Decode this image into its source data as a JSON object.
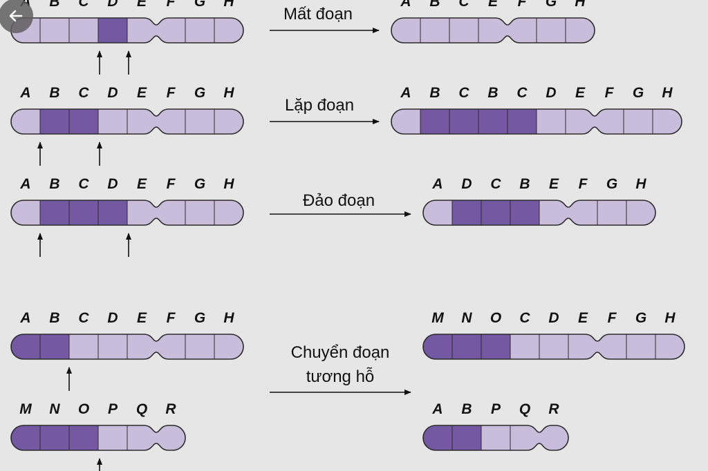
{
  "colors": {
    "light": "#c9bddc",
    "dark": "#7459a2",
    "outline": "#2b2b2b",
    "background": "#e6e6e6"
  },
  "back_icon": "back-arrow-icon",
  "rows": [
    {
      "name": "mat-doan",
      "caption": [
        "Mất đoạn"
      ],
      "left": [
        {
          "labels": [
            "A",
            "B",
            "C",
            "D",
            "E",
            "F",
            "G",
            "H"
          ],
          "dark": [
            "D"
          ]
        }
      ],
      "right": [
        {
          "labels": [
            "A",
            "B",
            "C",
            "E",
            "F",
            "G",
            "H"
          ],
          "dark": []
        }
      ]
    },
    {
      "name": "lap-doan",
      "caption": [
        "Lặp đoạn"
      ],
      "left": [
        {
          "labels": [
            "A",
            "B",
            "C",
            "D",
            "E",
            "F",
            "G",
            "H"
          ],
          "dark": [
            "B",
            "C"
          ]
        }
      ],
      "right": [
        {
          "labels": [
            "A",
            "B",
            "C",
            "B",
            "C",
            "D",
            "E",
            "F",
            "G",
            "H"
          ],
          "dark": [
            "B",
            "C"
          ]
        }
      ]
    },
    {
      "name": "dao-doan",
      "caption": [
        "Đảo đoạn"
      ],
      "left": [
        {
          "labels": [
            "A",
            "B",
            "C",
            "D",
            "E",
            "F",
            "G",
            "H"
          ],
          "dark": [
            "B",
            "C",
            "D"
          ]
        }
      ],
      "right": [
        {
          "labels": [
            "A",
            "D",
            "C",
            "B",
            "E",
            "F",
            "G",
            "H"
          ],
          "dark": [
            "D",
            "C",
            "B"
          ]
        }
      ]
    },
    {
      "name": "chuyen-doan-tuong-ho",
      "caption": [
        "Chuyển đoạn",
        "tương hỗ"
      ],
      "left": [
        {
          "labels": [
            "A",
            "B",
            "C",
            "D",
            "E",
            "F",
            "G",
            "H"
          ],
          "dark": [
            "A",
            "B"
          ]
        },
        {
          "labels": [
            "M",
            "N",
            "O",
            "P",
            "Q",
            "R"
          ],
          "dark": [
            "M",
            "N",
            "O"
          ]
        }
      ],
      "right": [
        {
          "labels": [
            "M",
            "N",
            "O",
            "C",
            "D",
            "E",
            "F",
            "G",
            "H"
          ],
          "dark": [
            "M",
            "N",
            "O"
          ]
        },
        {
          "labels": [
            "A",
            "B",
            "P",
            "Q",
            "R"
          ],
          "dark": [
            "A",
            "B"
          ]
        }
      ]
    }
  ]
}
